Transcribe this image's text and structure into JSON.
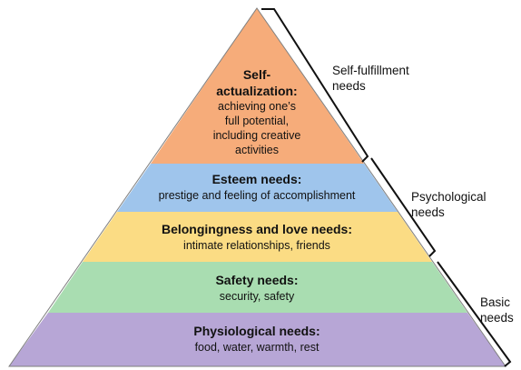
{
  "pyramid": {
    "colors": {
      "self_actualization": "#F6AC7A",
      "esteem": "#9FC5EC",
      "belongingness": "#FBDC84",
      "safety": "#A9DDB1",
      "physiological": "#B7A6D6",
      "outline": "#7F7F7F",
      "brace": "#111111"
    },
    "tiers": {
      "self_actualization": {
        "title_line1": "Self-",
        "title_line2": "actualization:",
        "desc_line1": "achieving one’s",
        "desc_line2": "full potential,",
        "desc_line3": "including creative",
        "desc_line4": "activities"
      },
      "esteem": {
        "title": "Esteem needs:",
        "desc": "prestige and feeling of accomplishment"
      },
      "belongingness": {
        "title": "Belongingness and love needs:",
        "desc": "intimate relationships, friends"
      },
      "safety": {
        "title": "Safety needs:",
        "desc": "security, safety"
      },
      "physiological": {
        "title": "Physiological needs:",
        "desc": "food, water, warmth, rest"
      }
    },
    "groups": {
      "self_fulfillment": {
        "line1": "Self-fulfillment",
        "line2": "needs"
      },
      "psychological": {
        "line1": "Psychological",
        "line2": "needs"
      },
      "basic": {
        "line1": "Basic",
        "line2": "needs"
      }
    }
  }
}
